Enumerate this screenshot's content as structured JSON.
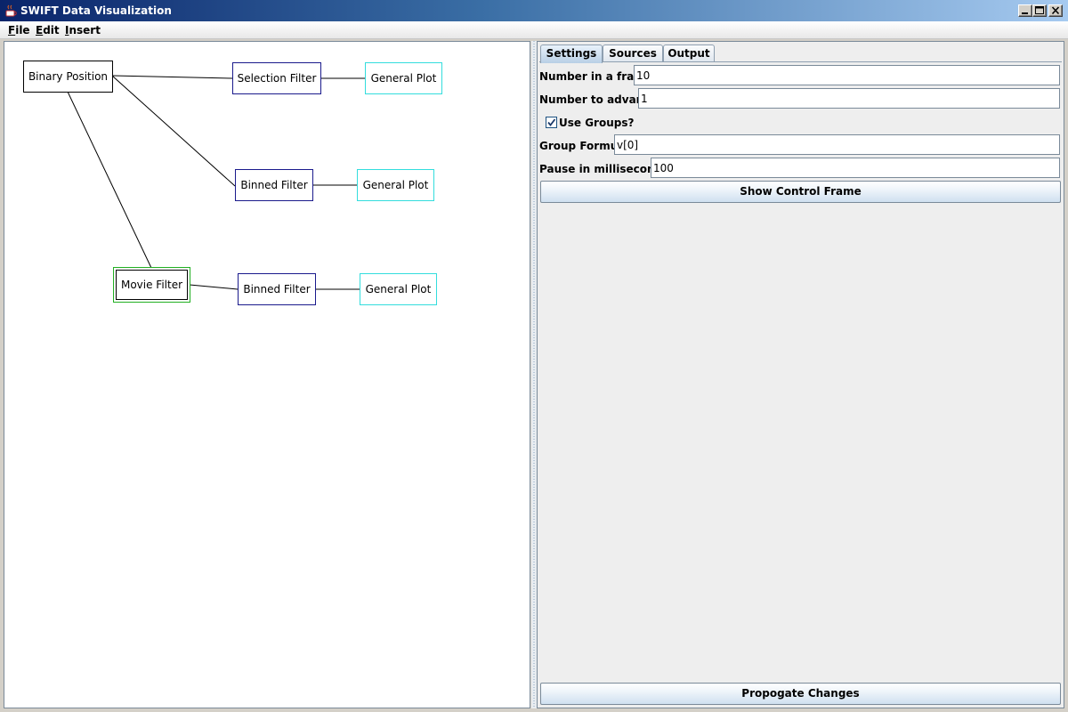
{
  "window": {
    "title": "SWIFT Data Visualization"
  },
  "menu": {
    "items": [
      {
        "first": "F",
        "rest": "ile"
      },
      {
        "first": "E",
        "rest": "dit"
      },
      {
        "first": "I",
        "rest": "nsert"
      }
    ]
  },
  "graph": {
    "nodes": {
      "binary_position": "Binary Position",
      "selection_filter": "Selection Filter",
      "general_plot_1": "General Plot",
      "binned_filter_1": "Binned Filter",
      "general_plot_2": "General Plot",
      "movie_filter": "Movie Filter",
      "binned_filter_2": "Binned Filter",
      "general_plot_3": "General Plot"
    },
    "selected_node": "Movie Filter"
  },
  "tabs": [
    "Settings",
    "Sources",
    "Output"
  ],
  "selected_tab": "Settings",
  "settings": {
    "frame_label": "Number in a frame",
    "frame_value": "10",
    "advance_label": "Number to advance",
    "advance_value": "1",
    "use_groups_label": "Use Groups?",
    "use_groups_checked": true,
    "formula_label": "Group Formula",
    "formula_value": "v[0]",
    "pause_label": "Pause in milliseconds",
    "pause_value": "100",
    "show_control_frame": "Show Control Frame",
    "propagate_changes": "Propogate Changes"
  },
  "colors": {
    "title_bar": "#0a246a",
    "source_node_border": "#000000",
    "filter_node_border": "#1a1a8c",
    "plot_node_border": "#33dddd",
    "selected_node_border": "#22b022"
  }
}
